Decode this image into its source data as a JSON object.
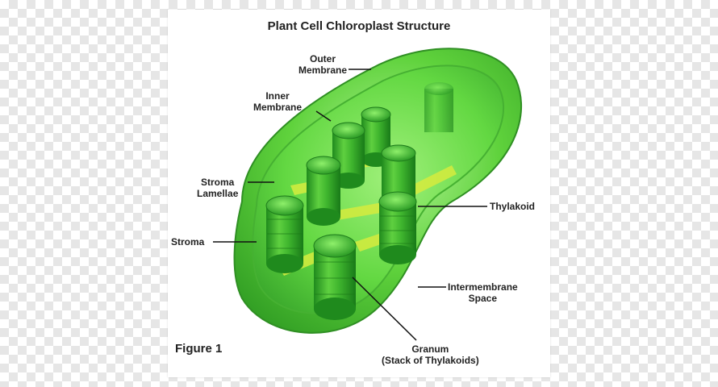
{
  "title": "Plant Cell Chloroplast Structure",
  "figure_label": "Figure 1",
  "labels": {
    "outer_membrane": [
      "Outer",
      "Membrane"
    ],
    "inner_membrane": [
      "Inner",
      "Membrane"
    ],
    "stroma_lamellae": [
      "Stroma",
      "Lamellae"
    ],
    "stroma": "Stroma",
    "thylakoid": "Thylakoid",
    "intermembrane_space": [
      "Intermembrane",
      "Space"
    ],
    "granum": [
      "Granum",
      "(Stack of Thylakoids)"
    ]
  },
  "colors": {
    "outer": "#4fc72e",
    "inner": "#7fe05a",
    "stroma": "#58cc3b",
    "granum": "#2fa12a",
    "lamellae": "#d3e83a",
    "background_check": "#e6e6e6"
  }
}
